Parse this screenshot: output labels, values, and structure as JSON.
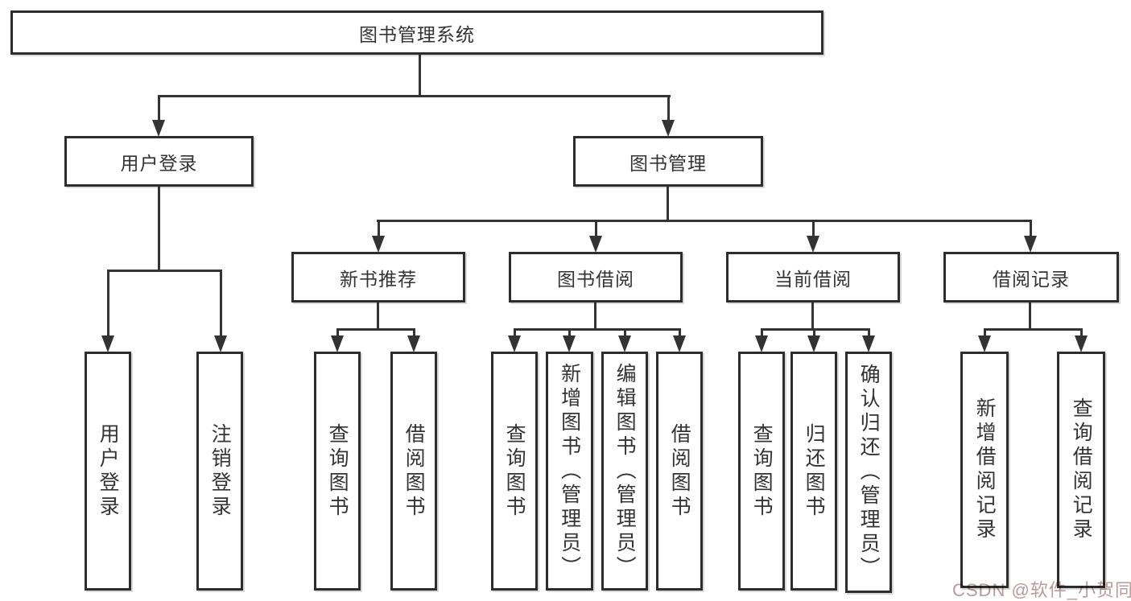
{
  "tree": {
    "root": "图书管理系统",
    "branches": [
      {
        "label": "用户登录",
        "children": [
          "用户登录",
          "注销登录"
        ]
      },
      {
        "label": "图书管理",
        "groups": [
          {
            "label": "新书推荐",
            "children": [
              "查询图书",
              "借阅图书"
            ]
          },
          {
            "label": "图书借阅",
            "children": [
              "查询图书",
              "新增图书（管理员）",
              "编辑图书（管理员）",
              "借阅图书"
            ]
          },
          {
            "label": "当前借阅",
            "children": [
              "查询图书",
              "归还图书",
              "确认归还（管理员）"
            ]
          },
          {
            "label": "借阅记录",
            "children": [
              "新增借阅记录",
              "查询借阅记录"
            ]
          }
        ]
      }
    ]
  },
  "watermark": {
    "text": "CSDN @软件_小贺同学"
  },
  "colors": {
    "line": "#333333",
    "box_border": "#2d2d2d",
    "box_fill": "#ffffff",
    "text": "#333333",
    "watermark": "#b89b9b",
    "background": "#ffffff"
  }
}
